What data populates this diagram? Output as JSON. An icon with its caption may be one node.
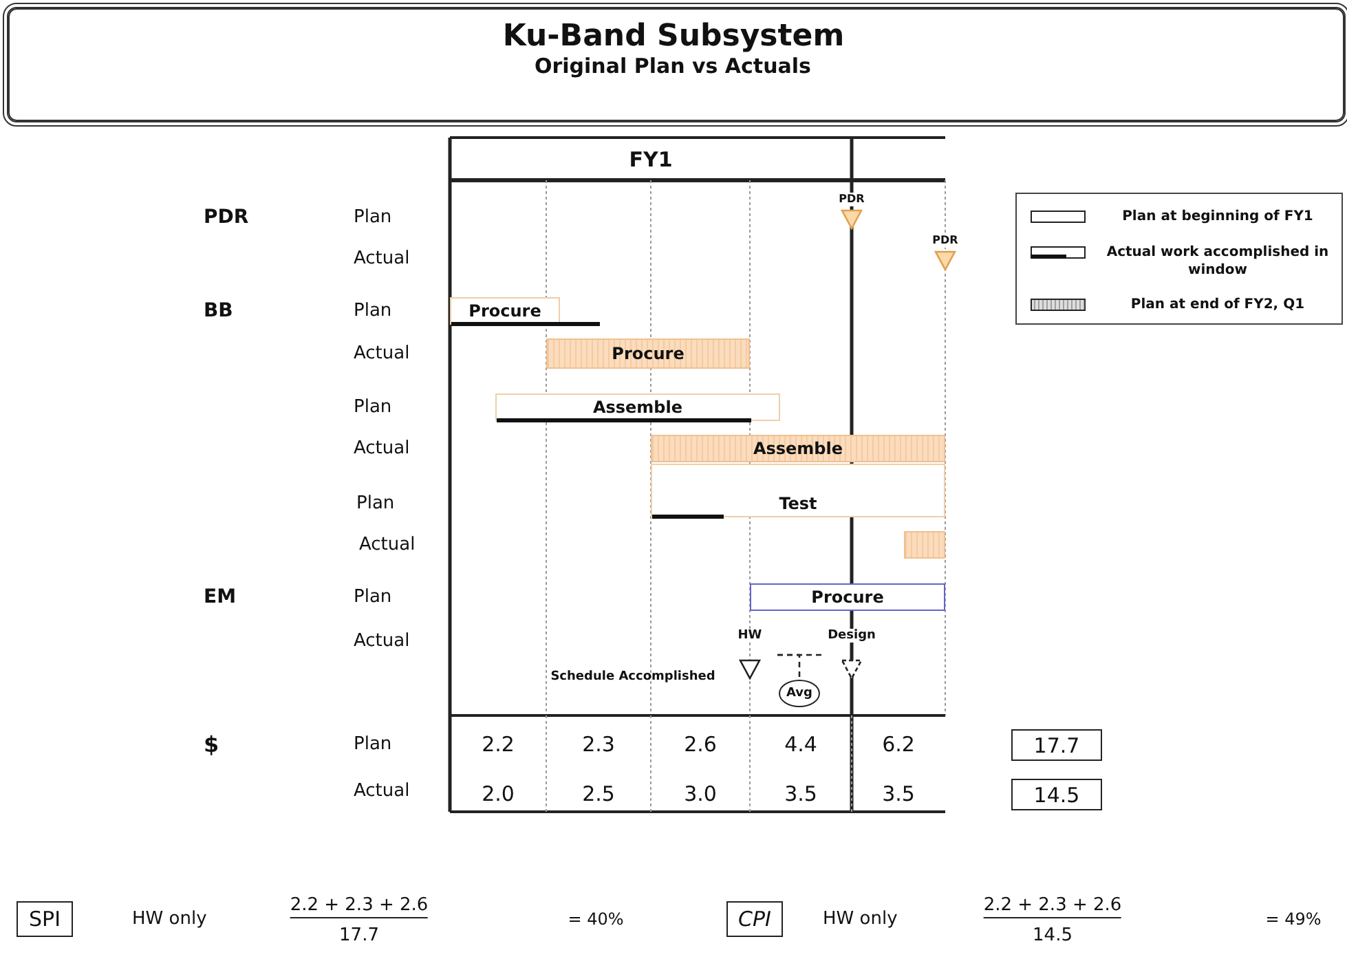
{
  "diagram": {
    "title": "Ku-Band Subsystem",
    "nodes": [
      {
        "text": [
          "PDR"
        ]
      },
      {
        "text": [
          "PDR"
        ]
      },
      {
        "text": [
          "Procure"
        ]
      },
      {
        "text": [
          "Procure"
        ]
      },
      {
        "text": [
          "Assemble"
        ]
      },
      {
        "text": [
          "Assemble"
        ]
      },
      {
        "text": [
          "Test"
        ]
      },
      {
        "text": [],
        "shape": "bar"
      },
      {
        "text": [
          "Procure"
        ]
      },
      {
        "text": [
          "HW"
        ]
      },
      {
        "text": [
          "Design"
        ]
      },
      {
        "text": [
          "Avg"
        ]
      },
      {
        "text": [
          "17.7"
        ]
      },
      {
        "text": [
          "14.5"
        ]
      },
      {
        "text": [
          "SPI"
        ]
      },
      {
        "text": [
          "CPI"
        ]
      }
    ],
    "edges": [
      {
        "from": 9,
        "to": 10,
        "arrow": "none",
        "style": "dashed"
      },
      {
        "from": 9,
        "to": 11,
        "arrow": "none",
        "style": "dashed"
      }
    ],
    "labels": [
      "Original Plan vs Actuals",
      "FY1",
      "PDR",
      "Plan",
      "Actual",
      "BB",
      "Plan",
      "Actual",
      "Plan",
      "Actual",
      "Plan",
      "Actual",
      "EM",
      "Plan",
      "Actual",
      "Schedule Accomplished",
      "$",
      "Plan",
      "2.2",
      "2.3",
      "2.6",
      "4.4",
      "6.2",
      "Actual",
      "2.0",
      "2.5",
      "3.0",
      "3.5",
      "3.5",
      "HW only",
      "2.2 + 2.3 + 2.6",
      "17.7",
      "= 40%",
      "HW only",
      "2.2 + 2.3 + 2.6",
      "14.5",
      "= 49%"
    ],
    "legend": [
      {
        "text": "Plan at beginning of FY1"
      },
      {
        "text": "Actual work accomplished in window"
      },
      {
        "text": "Plan at end of FY2, Q1"
      }
    ]
  }
}
